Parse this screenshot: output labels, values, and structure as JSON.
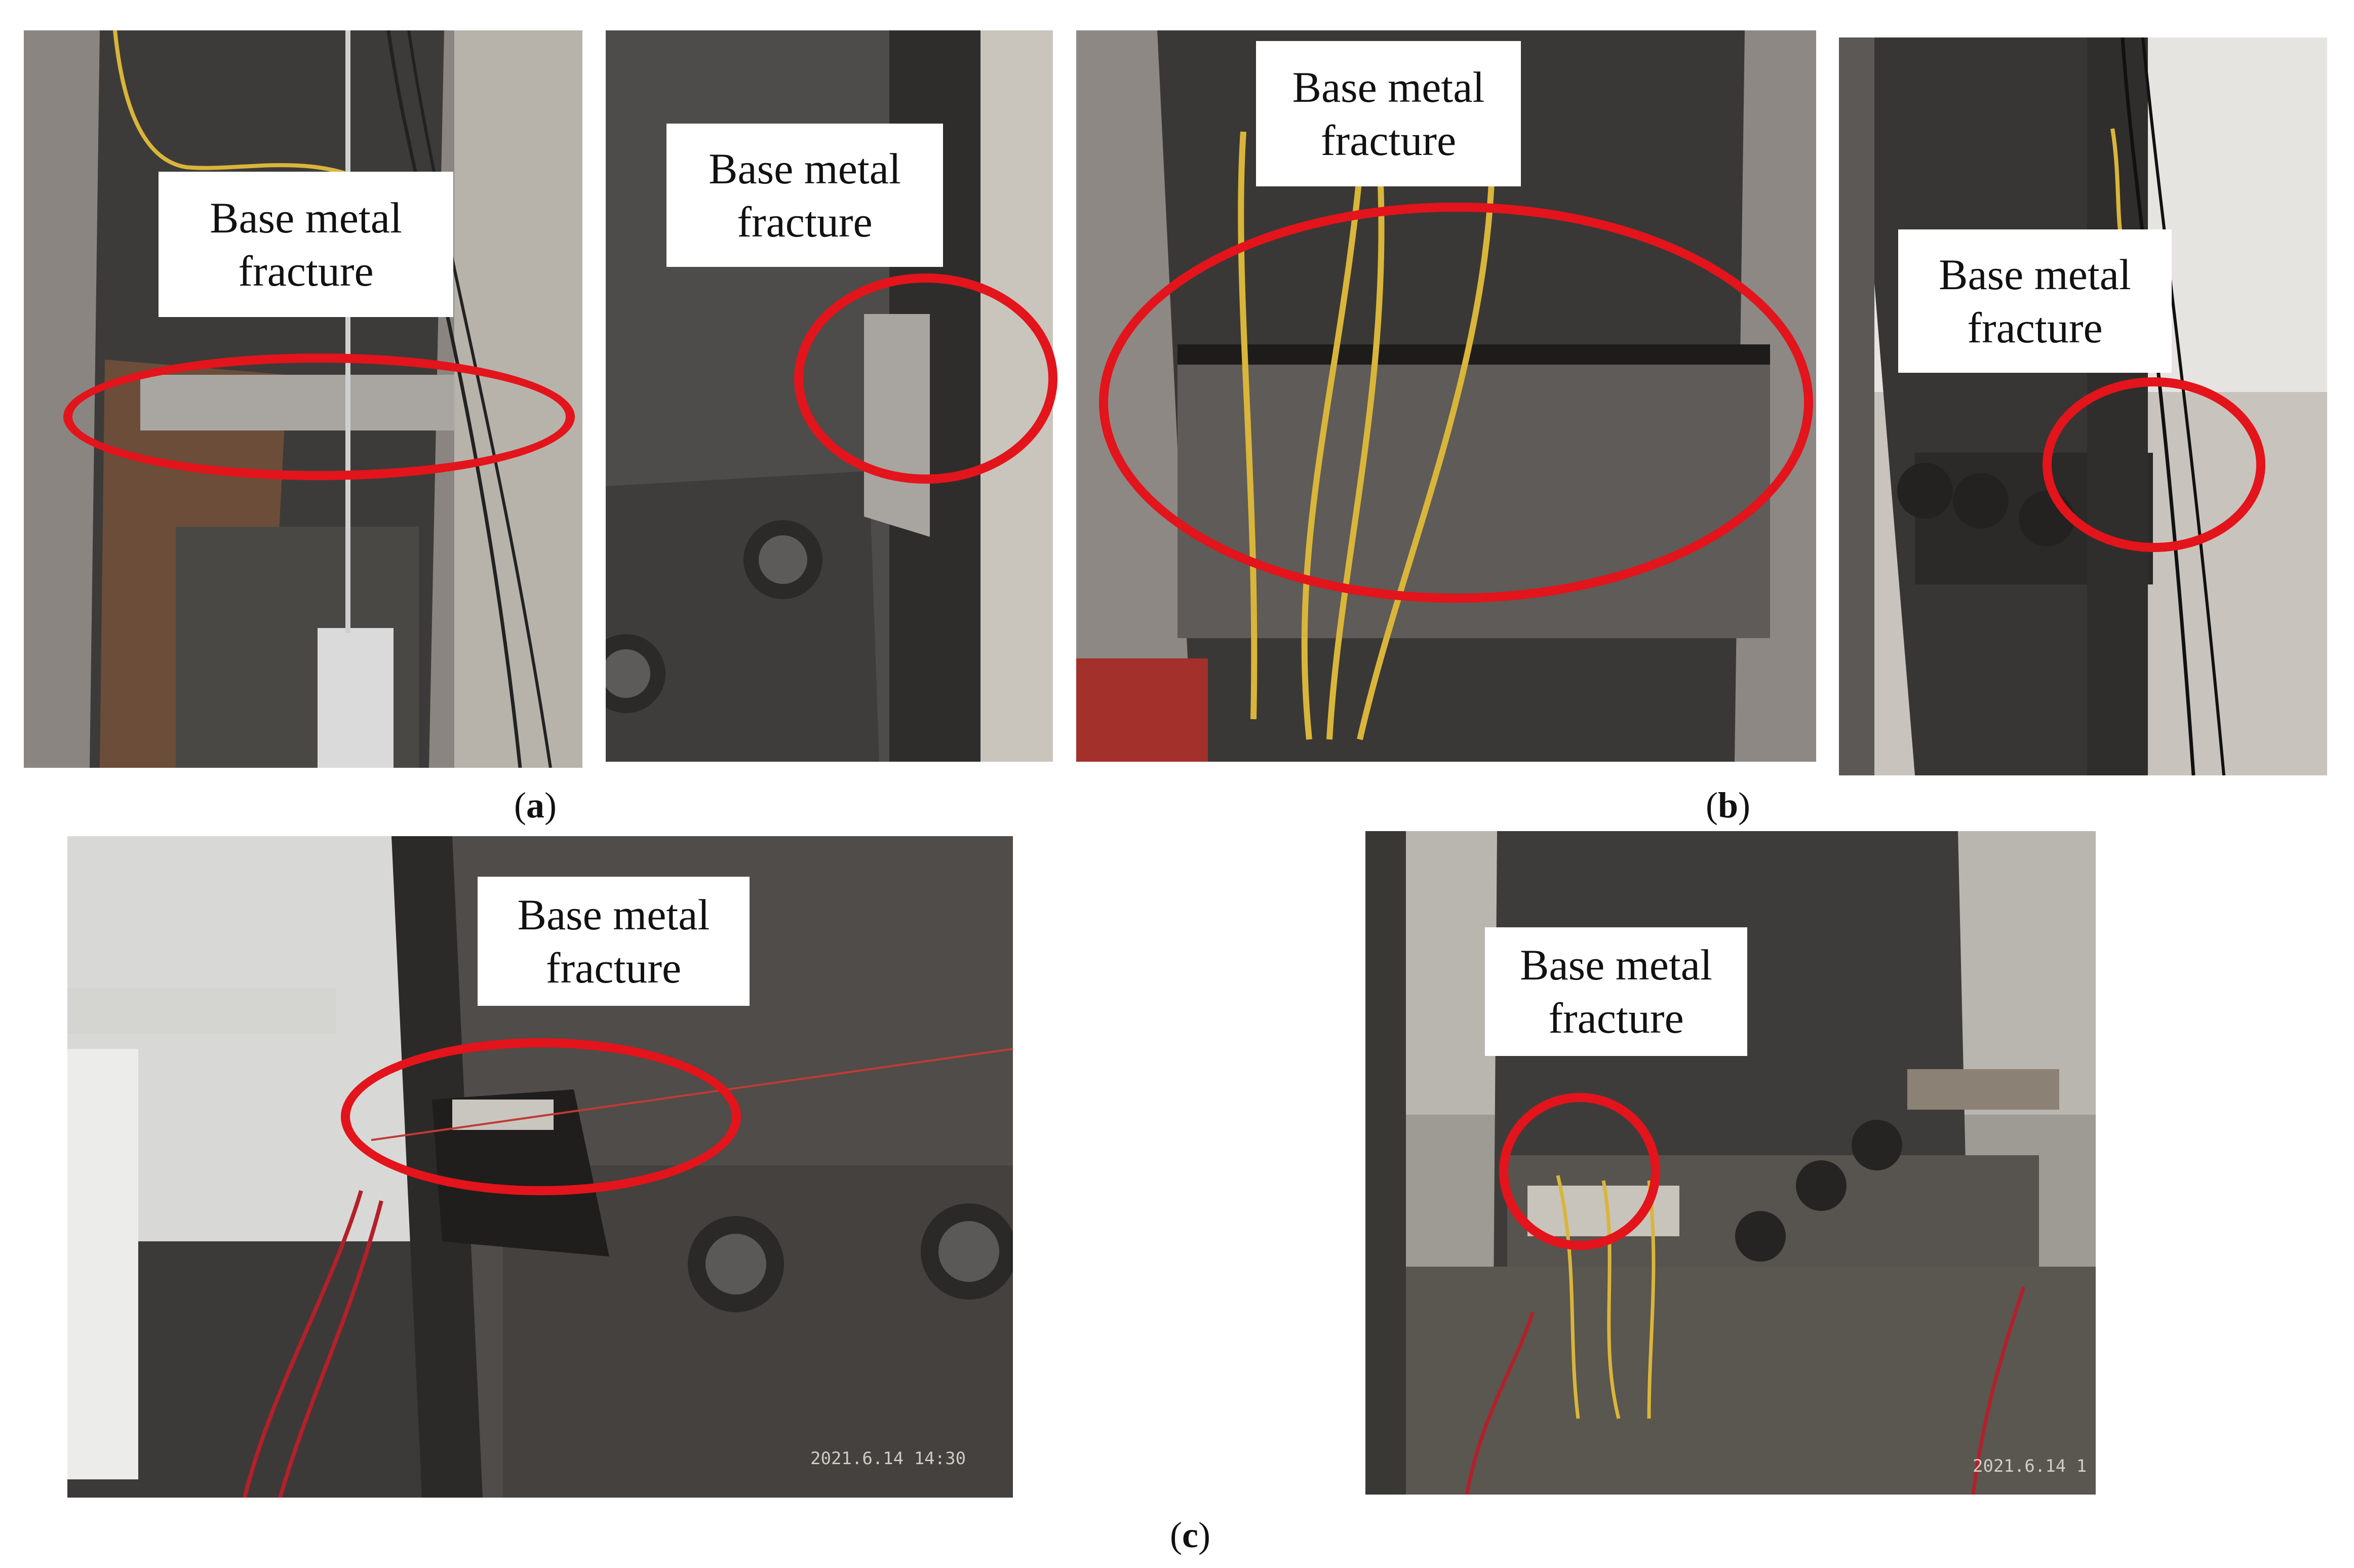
{
  "labels": {
    "a1": "Base metal\nfracture",
    "a2": "Base metal\nfracture",
    "b1": "Base metal\nfracture",
    "b2": "Base metal\nfracture",
    "c1": "Base metal\nfracture",
    "c2": "Base metal\nfracture"
  },
  "captions": {
    "a": "a",
    "b": "b",
    "c": "c"
  },
  "timestamps": {
    "c1": "2021.6.14 14:30",
    "c2": "2021.6.14 1"
  },
  "colors": {
    "ring": "#e3141b",
    "steel": "#3a3836",
    "wire_yellow": "#d9b53a",
    "wire_red": "#b3202a"
  }
}
